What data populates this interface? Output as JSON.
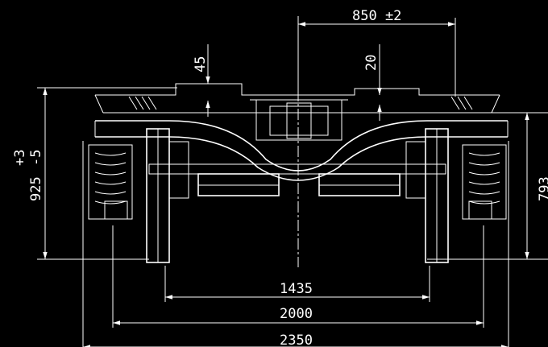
{
  "drawing": {
    "dim_top_gap": "850 ±2",
    "dim_left_height": "45",
    "dim_right_height": "20",
    "dim_total_height_nominal": "925",
    "dim_total_height_tol_plus": "+3",
    "dim_total_height_tol_minus": "-5",
    "dim_right_side": "793",
    "dim_gauge": "1435",
    "dim_wheelbase": "2000",
    "dim_overall_width": "2350"
  },
  "colors": {
    "background": "#000000",
    "line": "#ffffff"
  }
}
